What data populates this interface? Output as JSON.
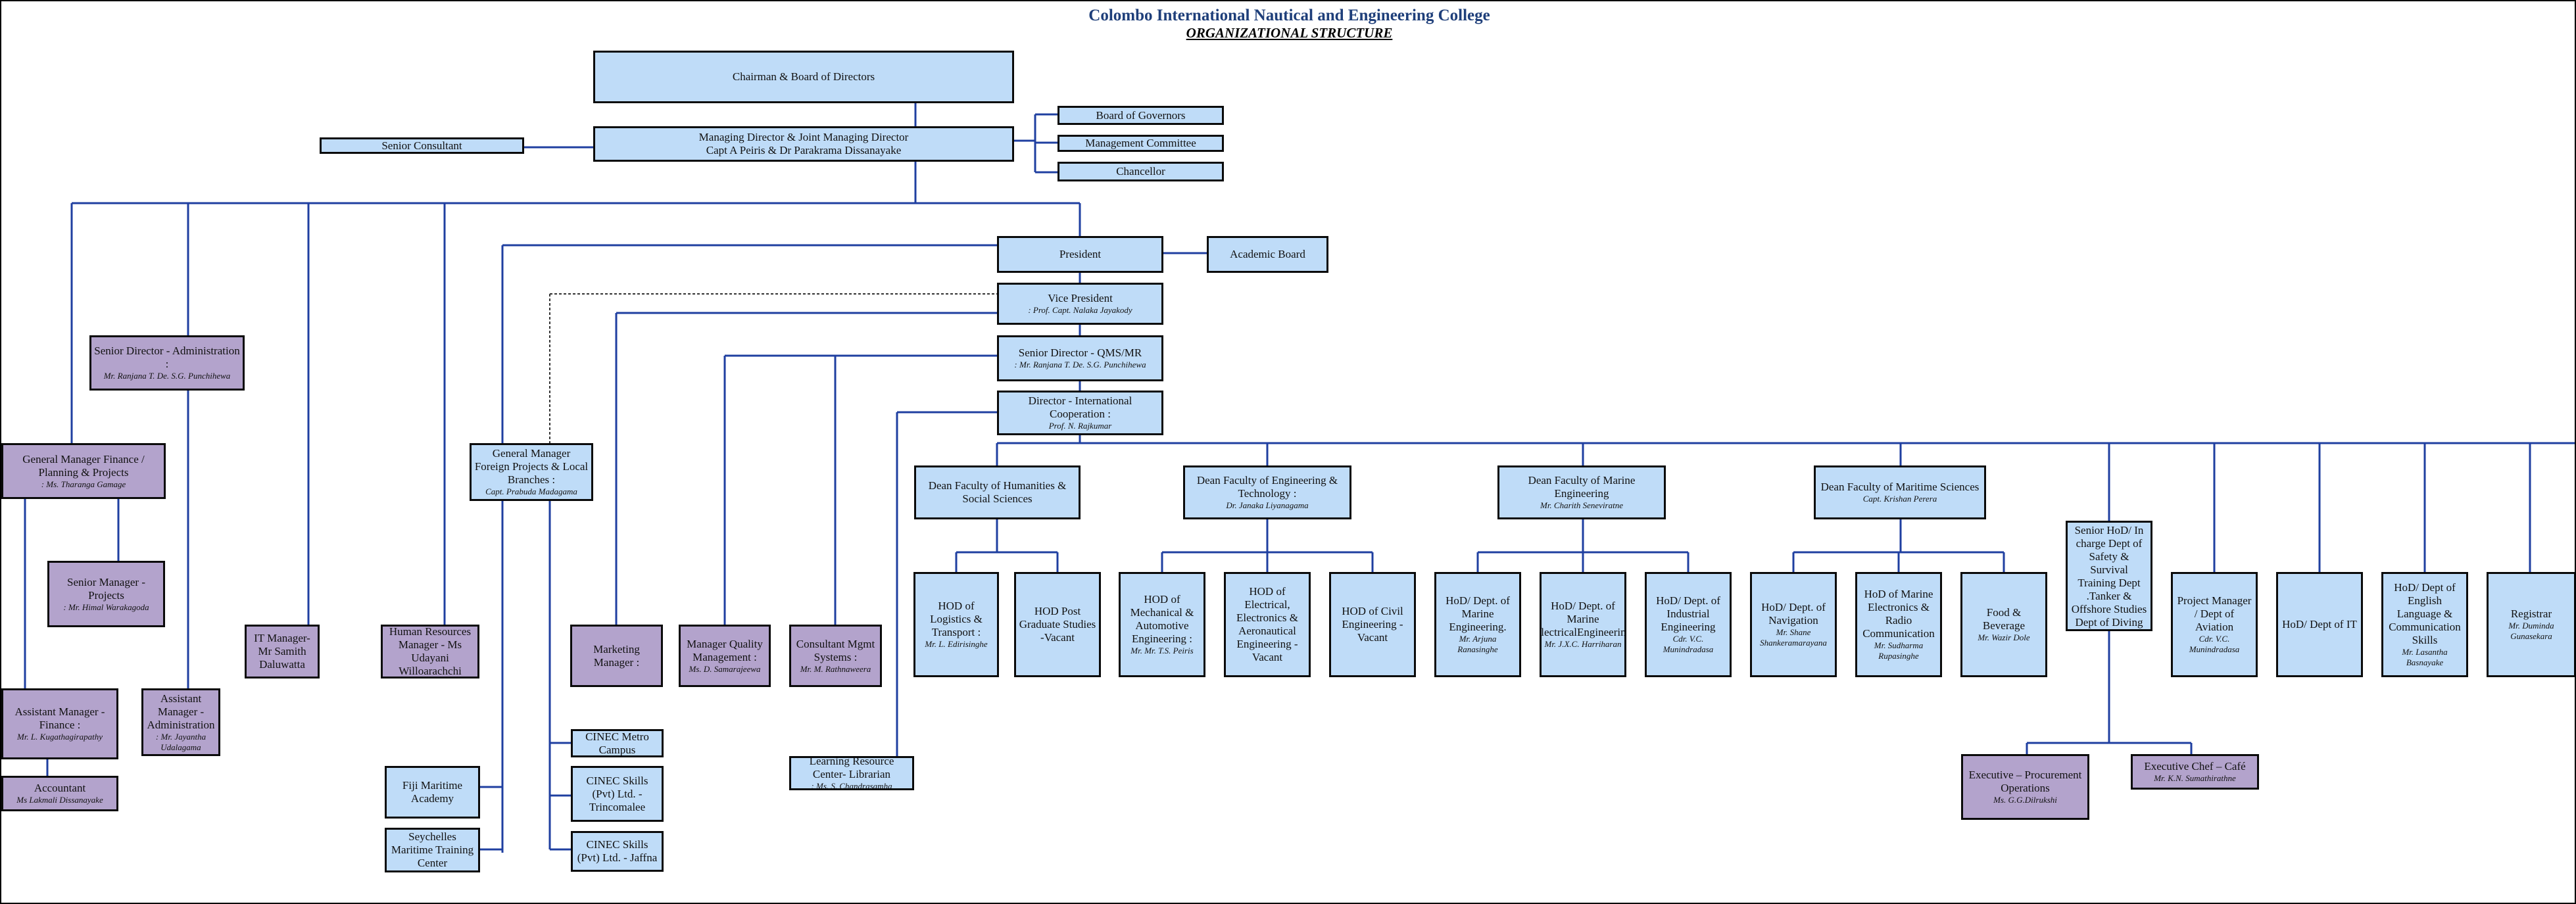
{
  "header": {
    "title": "Colombo International Nautical and Engineering College",
    "subtitle": "ORGANIZATIONAL STRUCTURE"
  },
  "colors": {
    "line": "#1f3fa0",
    "box_blue": "#bfdcf8",
    "box_purple": "#b3a3cc",
    "title": "#1f3f7a"
  },
  "nodes": {
    "chairman": {
      "title": "Chairman & Board of Directors"
    },
    "md": {
      "title": "Managing Director & Joint Managing Director",
      "name": "Capt A Peiris & Dr Parakrama Dissanayake"
    },
    "senior_consultant": {
      "title": "Senior Consultant"
    },
    "board_governors": {
      "title": "Board of Governors"
    },
    "mgmt_committee": {
      "title": "Management Committee"
    },
    "chancellor": {
      "title": "Chancellor"
    },
    "president": {
      "title": "President"
    },
    "academic_board": {
      "title": "Academic Board"
    },
    "vice_president": {
      "title": "Vice President",
      "name": ": Prof. Capt. Nalaka Jayakody"
    },
    "senior_director_qms": {
      "title": "Senior Director - QMS/MR",
      "name": ": Mr. Ranjana T. De. S.G. Punchihewa"
    },
    "director_intl": {
      "title": "Director - International Cooperation          :",
      "name": "Prof. N. Rajkumar"
    },
    "senior_director_admin": {
      "title": "Senior Director - Administration :",
      "name": "Mr. Ranjana T. De. S.G. Punchihewa"
    },
    "gm_finance": {
      "title": "General Manager Finance / Planning & Projects",
      "name": ": Ms. Tharanga Gamage"
    },
    "senior_manager_projects": {
      "title": "Senior Manager - Projects",
      "name": ": Mr. Himal Warakagoda"
    },
    "it_manager": {
      "title": "IT Manager- Mr Samith Daluwatta"
    },
    "hr_manager": {
      "title": "Human Resources Manager - Ms Udayani Willoarachchi"
    },
    "asst_manager_finance": {
      "title": "Assistant Manager - Finance :",
      "name": "Mr. L. Kugathagirapathy"
    },
    "asst_manager_admin": {
      "title": "Assistant Manager - Administration",
      "name": ": Mr. Jayantha Udalagama"
    },
    "accountant": {
      "title": "Accountant",
      "name": "Ms Lakmali Dissanayake"
    },
    "gm_foreign": {
      "title": "General Manager Foreign Projects & Local Branches          :",
      "name": "Capt. Prabuda Madagama"
    },
    "marketing_manager": {
      "title": "Marketing Manager :"
    },
    "manager_quality": {
      "title": "Manager Quality Management :",
      "name": "Ms. D. Samarajeewa"
    },
    "consultant_mgmt": {
      "title": "Consultant Mgmt Systems :",
      "name": "Mr. M. Rathnaweera"
    },
    "cinec_metro": {
      "title": "CINEC Metro Campus"
    },
    "cinec_trinco": {
      "title": "CINEC Skills (Pvt) Ltd. - Trincomalee"
    },
    "cinec_jaffna": {
      "title": "CINEC Skills (Pvt) Ltd. - Jaffna"
    },
    "fiji": {
      "title": "Fiji Maritime Academy"
    },
    "seychelles": {
      "title": "Seychelles Maritime Training Center"
    },
    "learning_resource": {
      "title": "Learning  Resource Center- Librarian",
      "name": ": Ms. S. Chandrasamha"
    },
    "dean_humanities": {
      "title": "Dean Faculty of Humanities & Social Sciences"
    },
    "dean_engineering": {
      "title": "Dean Faculty of Engineering & Technology :",
      "name": "Dr. Janaka Liyanagama"
    },
    "dean_marine": {
      "title": "Dean Faculty of Marine Engineering",
      "name": "Mr. Charith Seneviratne"
    },
    "dean_maritime": {
      "title": "Dean Faculty of Maritime Sciences",
      "name": "Capt. Krishan Perera"
    },
    "hod_logistics": {
      "title": "HOD of Logistics & Transport :",
      "name": "Mr. L. Edirisinghe"
    },
    "hod_postgrad": {
      "title": "HOD Post Graduate Studies -Vacant"
    },
    "hod_mechanical": {
      "title": "HOD of Mechanical & Automotive Engineering :",
      "name": "Mr. Mr. T.S. Peiris"
    },
    "hod_electrical": {
      "title": "HOD of Electrical, Electronics & Aeronautical Engineering - Vacant"
    },
    "hod_civil": {
      "title": "HOD of Civil Engineering - Vacant"
    },
    "hod_marine_eng": {
      "title": "HoD/ Dept. of Marine Engineering.",
      "name": "Mr. Arjuna Ranasinghe"
    },
    "hod_marine_elec": {
      "title": "HoD/ Dept. of Marine ElectricalEngineering",
      "name": "Mr. J.X.C. Harriharan"
    },
    "hod_industrial": {
      "title": "HoD/ Dept. of Industrial Engineering",
      "name": "Cdr. V.C. Munindradasa"
    },
    "hod_navigation": {
      "title": "HoD/ Dept. of Navigation",
      "name": "Mr. Shane Shankeramarayana"
    },
    "hod_marine_radio": {
      "title": "HoD of Marine Electronics & Radio Communication",
      "name": "Mr. Sudharma Rupasinghe"
    },
    "food_beverage": {
      "title": "Food & Beverage",
      "name": "Mr. Wazir Dole"
    },
    "senior_hod_safety": {
      "title": "Senior HoD/ In charge Dept of Safety & Survival Training Dept .Tanker & Offshore Studies Dept of Diving & Underwater Operations"
    },
    "pm_aviation": {
      "title": "Project Manager / Dept of Aviation",
      "name": "Cdr. V.C. Munindradasa"
    },
    "hod_it": {
      "title": "HoD/ Dept of IT"
    },
    "hod_english": {
      "title": "HoD/ Dept of English Language & Communication Skills",
      "name": "Mr. Lasantha Basnayake"
    },
    "registrar": {
      "title": "Registrar",
      "name": "Mr. Duminda Gunasekara"
    },
    "exec_procurement": {
      "title": "Executive – Procurement Operations",
      "name": "Ms. G.G.Dilrukshi"
    },
    "exec_chef": {
      "title": "Executive  Chef – Café",
      "name": "Mr. K.N. Sumathirathne"
    }
  }
}
